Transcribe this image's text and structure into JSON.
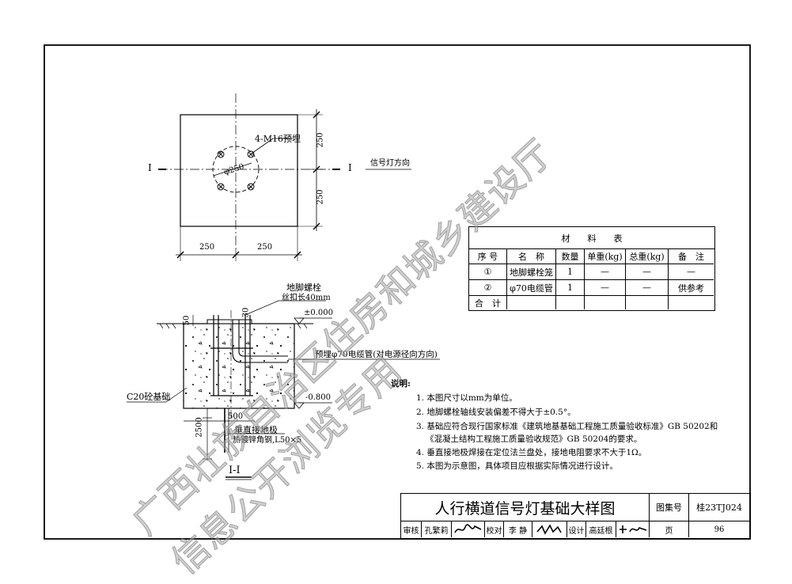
{
  "plan": {
    "bolt_label": "4-M16预埋",
    "diameter_label": "φ250",
    "section_mark_left": "I",
    "section_mark_right": "I",
    "direction_label": "信号灯方向",
    "dim_top": "250",
    "dim_bottom": "250",
    "dim_left": "250",
    "dim_right": "250"
  },
  "section": {
    "bolt_label_1": "地脚螺栓",
    "bolt_label_2": "丝扣长40mm",
    "dim_50": "50",
    "dim_30": "30",
    "elev_top": "±0.000",
    "elev_bottom": "-0.800",
    "conduit_label": "预埋φ70电缆管(对电源径向方向)",
    "foundation_label": "C20砼基础",
    "dim_500": "500",
    "dim_2500": "2500",
    "ground_rod_1": "垂直接地极",
    "ground_rod_2": "热镀锌角钢,L50×5",
    "title": "I-I"
  },
  "materials": {
    "title": "材　　料　　表",
    "headers": [
      "序 号",
      "名　称",
      "数量",
      "单重(kg)",
      "总重(kg)",
      "备　注"
    ],
    "rows": [
      [
        "①",
        "地脚螺栓笼",
        "1",
        "—",
        "—",
        "—"
      ],
      [
        "②",
        "φ70电缆管",
        "1",
        "—",
        "—",
        "供参考"
      ]
    ],
    "total_label": "合　计"
  },
  "notes": {
    "heading": "说明:",
    "items": [
      "1. 本图尺寸以mm为单位。",
      "2. 地脚螺栓轴线安装偏差不得大于±0.5°。",
      "3. 基础应符合现行国家标准《建筑地基基础工程施工质量验收标准》GB 50202和",
      "《混凝土结构工程施工质量验收规范》GB 50204的要求。",
      "4. 垂直接地极焊接在定位法兰盘处，接地电阻要求不大于1Ω。",
      "5. 本图为示意图，具体项目应根据实际情况进行设计。"
    ]
  },
  "title_block": {
    "drawing_title": "人行横道信号灯基础大样图",
    "atlas_label": "图集号",
    "atlas_no": "桂23TJ024",
    "review_label": "审核",
    "review_name": "孔繁莉",
    "check_label": "校对",
    "check_name": "李 静",
    "design_label": "设计",
    "design_name": "高廷根",
    "page_label": "页",
    "page_no": "96"
  },
  "watermark": {
    "line1": "广西壮族自治区住房和城乡建设厅",
    "line2": "信息公开浏览专用"
  }
}
